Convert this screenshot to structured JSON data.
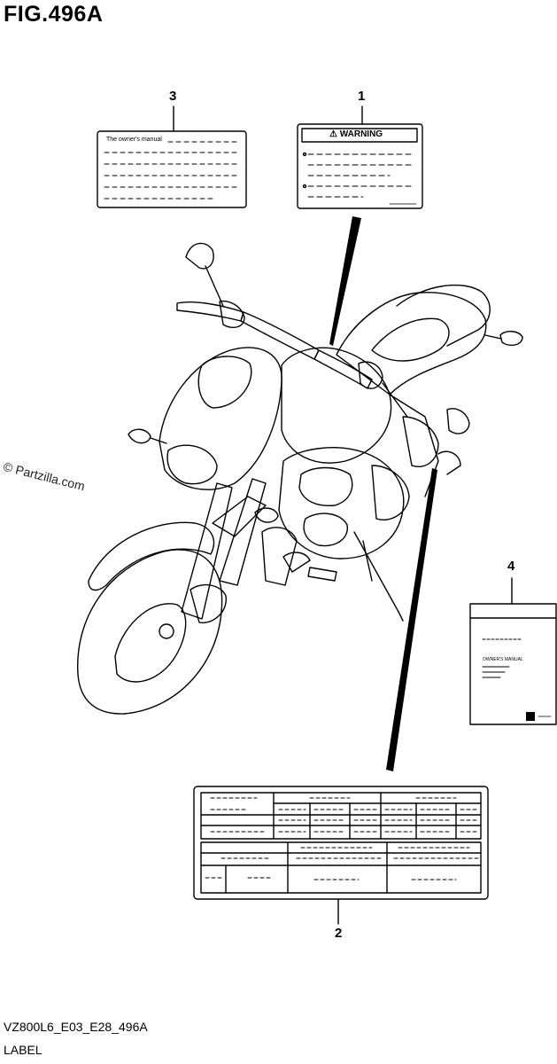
{
  "figure": {
    "title": "FIG.496A",
    "code": "VZ800L6_E03_E28_496A",
    "name": "LABEL",
    "watermark": "© Partzilla.com"
  },
  "callouts": [
    "1",
    "2",
    "3",
    "4"
  ],
  "labels": {
    "warning_label": {
      "heading": "⚠ WARNING"
    },
    "owners_manual_label": {
      "heading": "The owner's manual"
    },
    "manual_book": {
      "title": "OWNER'S MANUAL"
    }
  }
}
